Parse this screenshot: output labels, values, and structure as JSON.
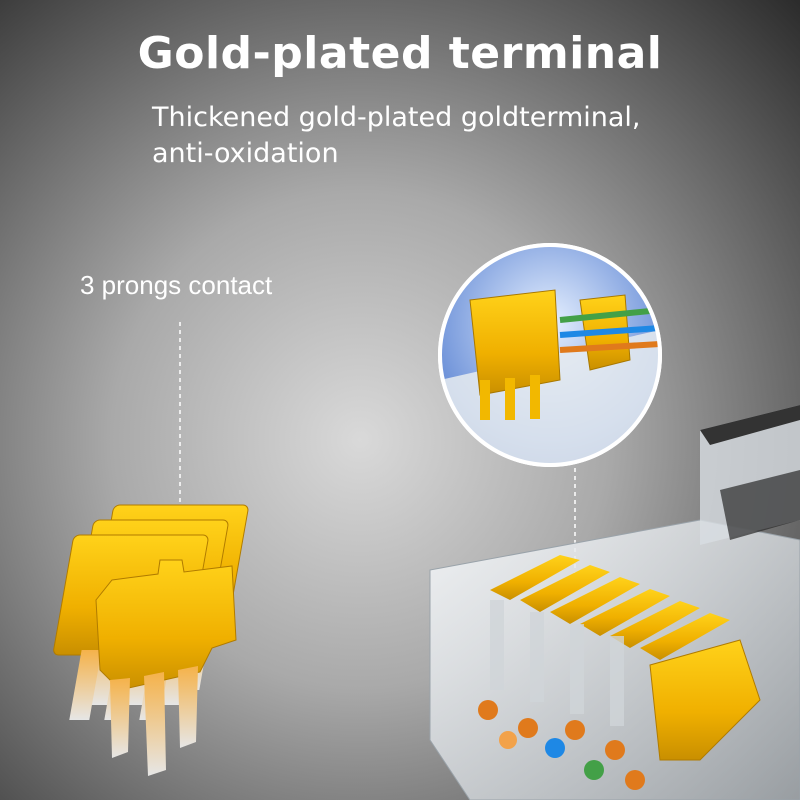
{
  "header": {
    "title": "Gold-plated terminal",
    "subtitle_line1": "Thickened gold-plated goldterminal,",
    "subtitle_line2": "anti-oxidation"
  },
  "annotations": {
    "prongs_label": "3 prongs contact"
  },
  "colors": {
    "gold": "#f2b800",
    "gold_dark": "#c98f00",
    "background_dark": "#2b2b2b",
    "text": "#ffffff"
  }
}
